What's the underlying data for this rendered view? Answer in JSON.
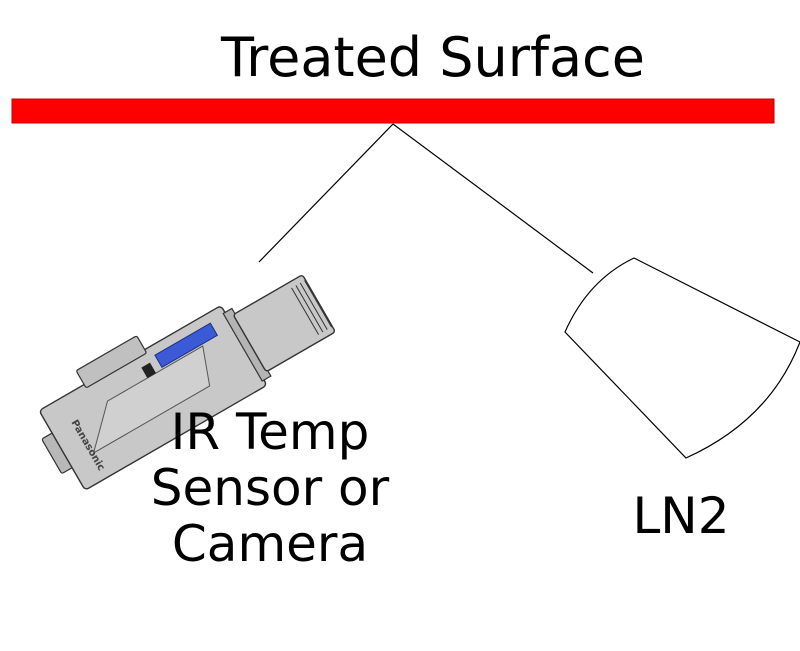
{
  "diagram": {
    "title": "Treated Surface",
    "sensor_label": {
      "line1": "IR Temp",
      "line2": "Sensor or",
      "line3": "Camera"
    },
    "ln2_label": "LN2",
    "camera_brand": "Panasonic"
  },
  "colors": {
    "surface": "#ff0000",
    "surface_outline": "#c00000",
    "camera_body": "#c8c8c8",
    "camera_outline": "#333333",
    "display_blue": "#3b5bd6",
    "line": "#000000"
  }
}
